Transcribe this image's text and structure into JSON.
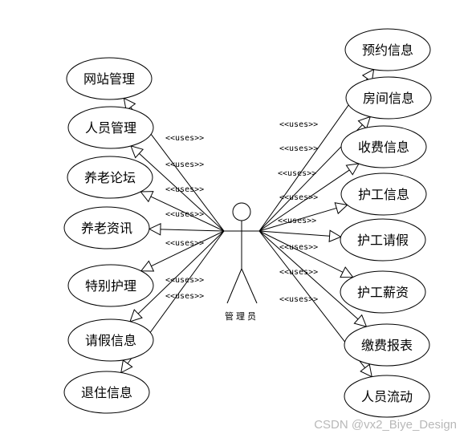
{
  "diagram": {
    "actor": {
      "label": "管理员"
    },
    "relation_label": "<<uses>>",
    "use_cases_left": [
      {
        "id": "wzgl",
        "label": "网站管理"
      },
      {
        "id": "rygl",
        "label": "人员管理"
      },
      {
        "id": "ylt",
        "label": "养老论坛"
      },
      {
        "id": "ylzx",
        "label": "养老资讯"
      },
      {
        "id": "tbhl",
        "label": "特别护理"
      },
      {
        "id": "qjxx",
        "label": "请假信息"
      },
      {
        "id": "tzxx",
        "label": "退住信息"
      }
    ],
    "use_cases_right": [
      {
        "id": "yyxx",
        "label": "预约信息"
      },
      {
        "id": "fjxx",
        "label": "房间信息"
      },
      {
        "id": "sfxx",
        "label": "收费信息"
      },
      {
        "id": "hgxx",
        "label": "护工信息"
      },
      {
        "id": "hgqj",
        "label": "护工请假"
      },
      {
        "id": "hgxz",
        "label": "护工薪资"
      },
      {
        "id": "jfbb",
        "label": "缴费报表"
      },
      {
        "id": "ryld",
        "label": "人员流动"
      }
    ]
  },
  "watermark": "CSDN @vx2_Biye_Design"
}
